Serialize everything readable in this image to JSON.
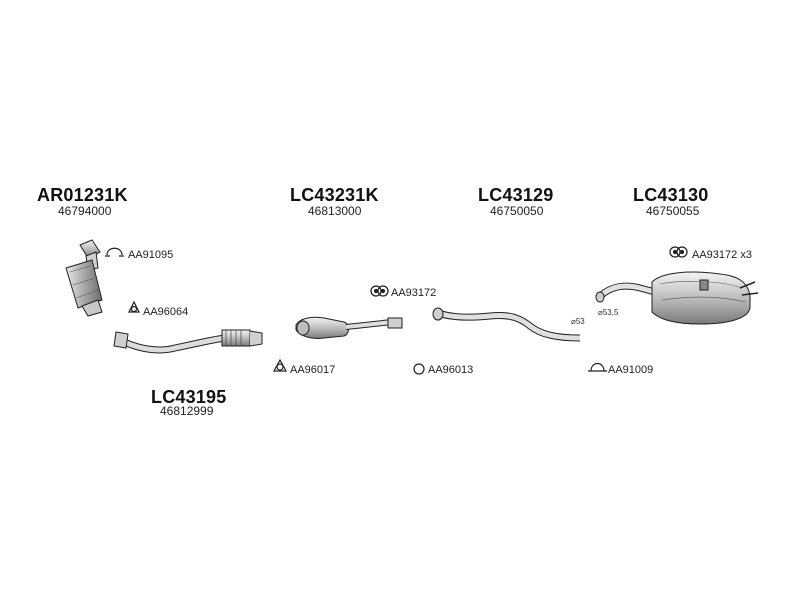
{
  "parts": {
    "catalyst": {
      "code": "AR01231K",
      "number": "46794000"
    },
    "front_pipe": {
      "code": "LC43195",
      "number": "46812999"
    },
    "center_cat": {
      "code": "LC43231K",
      "number": "46813000"
    },
    "mid_pipe": {
      "code": "LC43129",
      "number": "46750050"
    },
    "rear_muffler": {
      "code": "LC43130",
      "number": "46750055"
    }
  },
  "accessories": {
    "aa91095": "AA91095",
    "aa96064": "AA96064",
    "aa96017": "AA96017",
    "aa93172_center": "AA93172",
    "aa96013": "AA96013",
    "aa93172_rear": "AA93172 x3",
    "aa91009": "AA91009"
  },
  "dimensions": {
    "mid_pipe_dia": "⌀53",
    "muffler_dia": "⌀53,5"
  },
  "icons": {
    "clamp": "clamp-icon",
    "gasket": "gasket-icon",
    "hanger": "rubber-hanger-icon",
    "ring": "sealing-ring-icon"
  }
}
